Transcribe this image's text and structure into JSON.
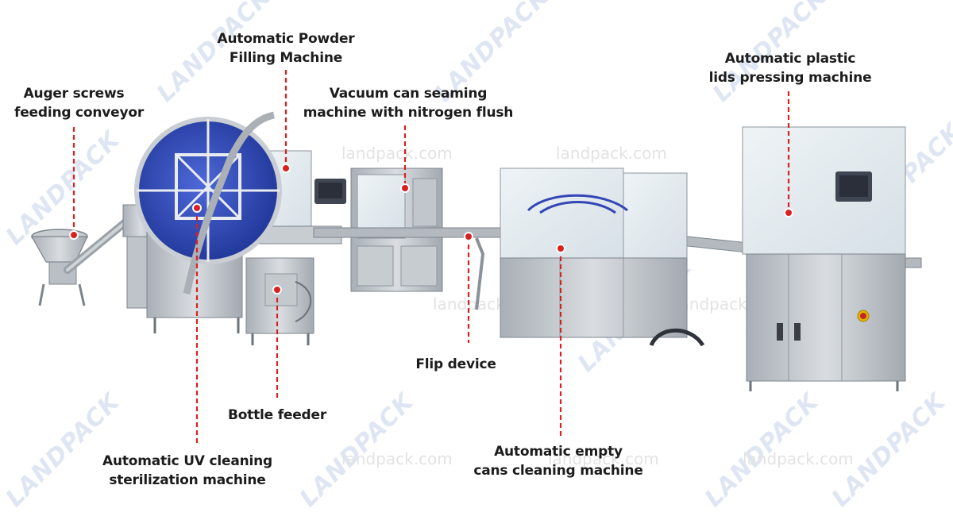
{
  "watermark": {
    "logo": "LANDPACK",
    "url": "landpack.com"
  },
  "colors": {
    "leader": "#d9221f",
    "label_text": "#1c1c1c",
    "steel": "#b7bcc2",
    "steel_dark": "#7d848c",
    "uv_disc": "#2f49b8",
    "glass": "#dde7ec",
    "screen": "#2a2f3a"
  },
  "labels": [
    {
      "id": "auger",
      "lines": [
        "Auger screws",
        "feeding conveyor"
      ]
    },
    {
      "id": "powder",
      "lines": [
        "Automatic Powder",
        "Filling Machine"
      ]
    },
    {
      "id": "vacuum",
      "lines": [
        "Vacuum can seaming",
        "machine with nitrogen flush"
      ]
    },
    {
      "id": "lids",
      "lines": [
        "Automatic plastic",
        "lids pressing machine"
      ]
    },
    {
      "id": "flip",
      "lines": [
        "Flip device"
      ]
    },
    {
      "id": "bottle",
      "lines": [
        "Bottle feeder"
      ]
    },
    {
      "id": "uv",
      "lines": [
        "Automatic UV cleaning",
        "sterilization machine"
      ]
    },
    {
      "id": "cans",
      "lines": [
        "Automatic empty",
        "cans cleaning machine"
      ]
    }
  ]
}
